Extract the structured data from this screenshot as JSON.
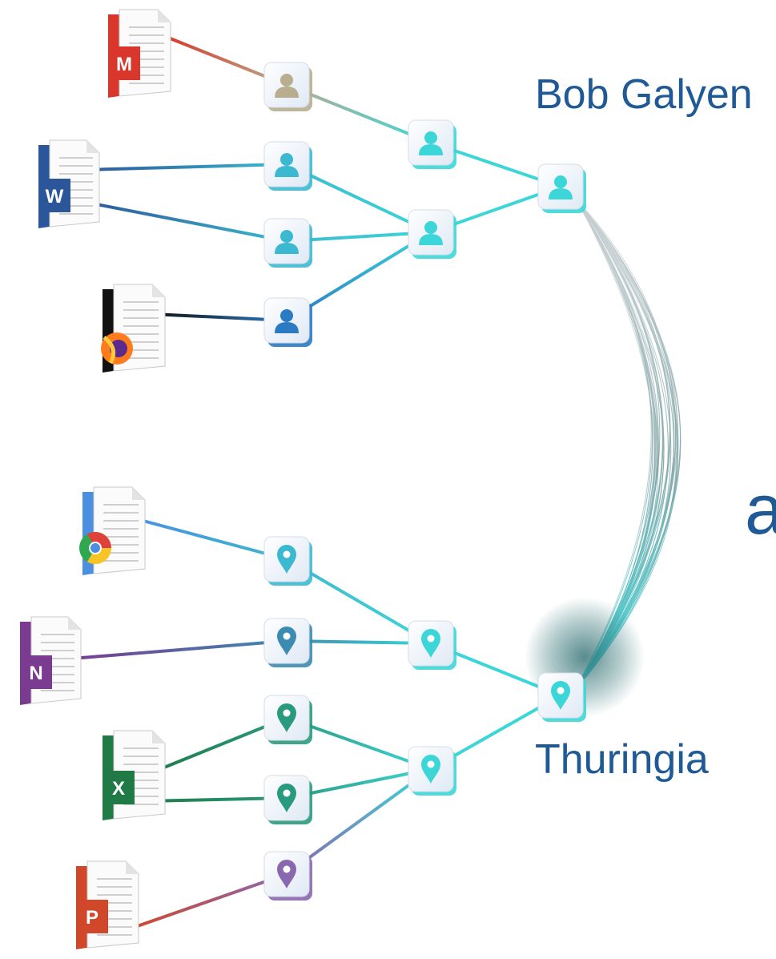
{
  "labels": {
    "person": "Bob Galyen",
    "place": "Thuringia",
    "partial": "a"
  },
  "colors": {
    "label": "#1f5a96",
    "cyan": "#3cd6d8",
    "gmail": "#d9372b",
    "word": "#2b579a",
    "firefox": "#111111",
    "chrome": "#4a8fe0",
    "onenote": "#7a3b90",
    "excel": "#1f7a45",
    "powerpoint": "#d0472a"
  },
  "documents": [
    {
      "id": "gmail",
      "letter": "M",
      "icon": "gmail-icon"
    },
    {
      "id": "word",
      "letter": "W",
      "icon": "word-icon"
    },
    {
      "id": "firefox",
      "letter": "",
      "icon": "firefox-icon"
    },
    {
      "id": "chrome",
      "letter": "",
      "icon": "chrome-icon"
    },
    {
      "id": "onenote",
      "letter": "N",
      "icon": "onenote-icon"
    },
    {
      "id": "excel",
      "letter": "X",
      "icon": "excel-icon"
    },
    {
      "id": "powerpoint",
      "letter": "P",
      "icon": "powerpoint-icon"
    }
  ],
  "nodes": {
    "person_icon": "person-icon",
    "place_icon": "location-pin-icon"
  }
}
